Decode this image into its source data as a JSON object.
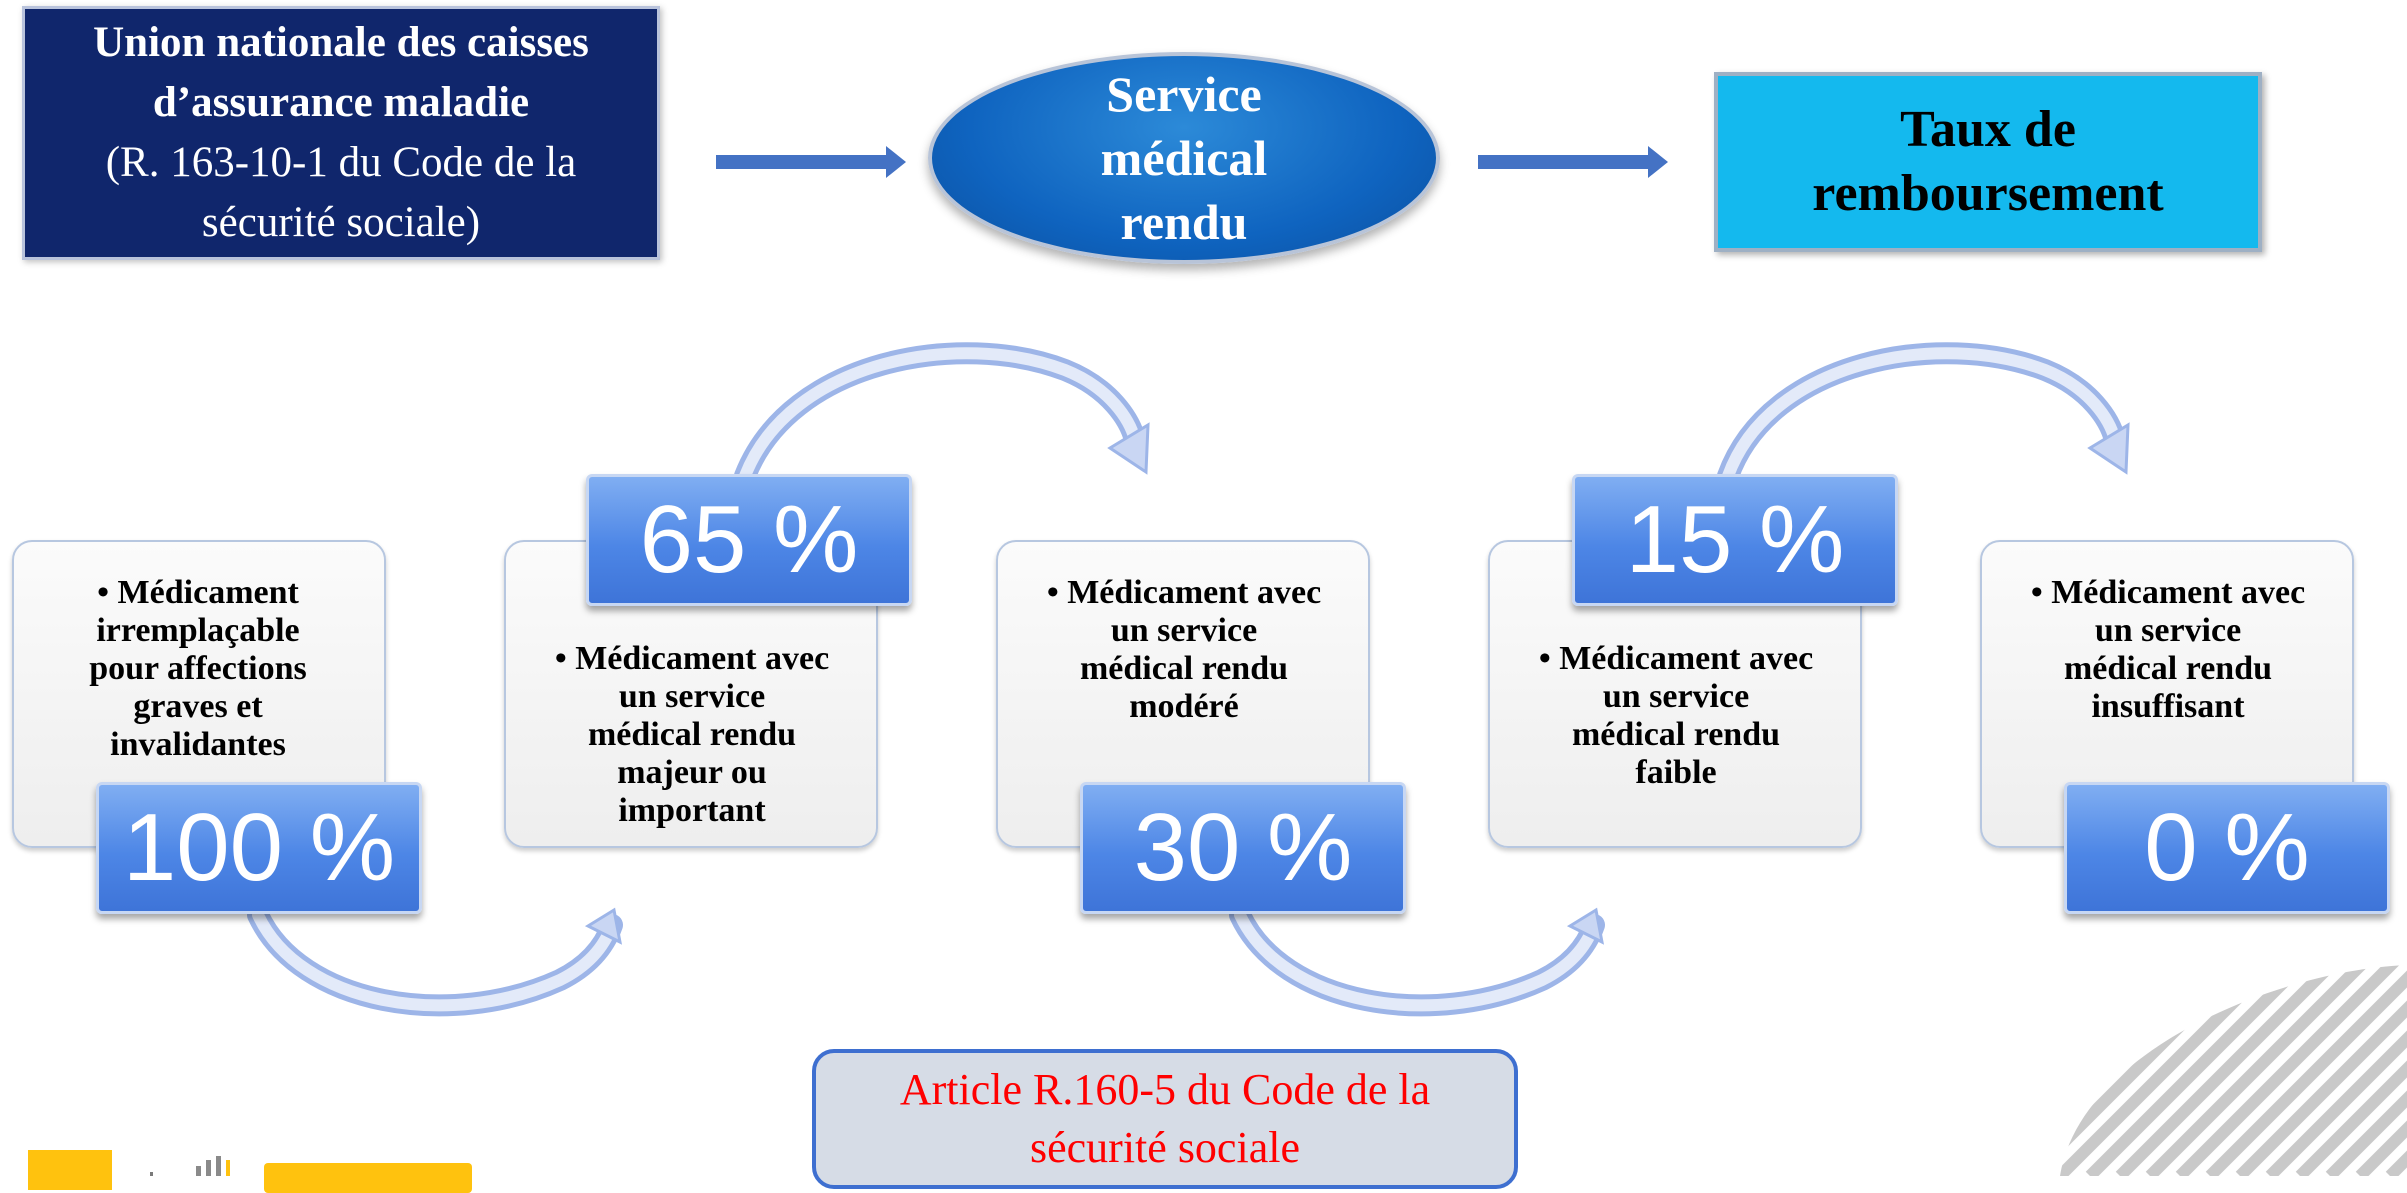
{
  "top": {
    "unc_title_line1": "Union nationale des caisses",
    "unc_title_line2": "d’assurance maladie",
    "unc_ref_line1": "(R. 163-10-1 du Code de la",
    "unc_ref_line2": "sécurité sociale)",
    "smr_line1": "Service",
    "smr_line2": "médical",
    "smr_line3": "rendu",
    "taux_line1": "Taux de",
    "taux_line2": "remboursement"
  },
  "tiers": [
    {
      "percent": "100 %",
      "lines": [
        "• Médicament",
        "irremplaçable",
        "pour affections",
        "graves et",
        "invalidantes"
      ]
    },
    {
      "percent": "65 %",
      "lines": [
        "• Médicament avec",
        "un service",
        "médical rendu",
        "majeur ou",
        "important"
      ]
    },
    {
      "percent": "30 %",
      "lines": [
        "• Médicament avec",
        "un service",
        "médical rendu",
        "modéré"
      ]
    },
    {
      "percent": "15 %",
      "lines": [
        "• Médicament avec",
        "un service",
        "médical rendu",
        "faible"
      ]
    },
    {
      "percent": "0 %",
      "lines": [
        "• Médicament avec",
        "un service",
        "médical rendu",
        "insuffisant"
      ]
    }
  ],
  "article": {
    "line1": "Article R.160-5 du Code de la",
    "line2": "sécurité sociale"
  },
  "colors": {
    "navy": "#10266c",
    "smr_blue": "#0f64c0",
    "cyan": "#14b9ee",
    "badge_blue": "#4d86e6",
    "arrow_blue": "#4472c4",
    "article_red": "#ff0000",
    "logo_yellow": "#ffc20e"
  },
  "icons": [
    "right-arrow-icon",
    "curved-arrow-icon",
    "diagonal-stripes-decoration",
    "logo-icon"
  ]
}
